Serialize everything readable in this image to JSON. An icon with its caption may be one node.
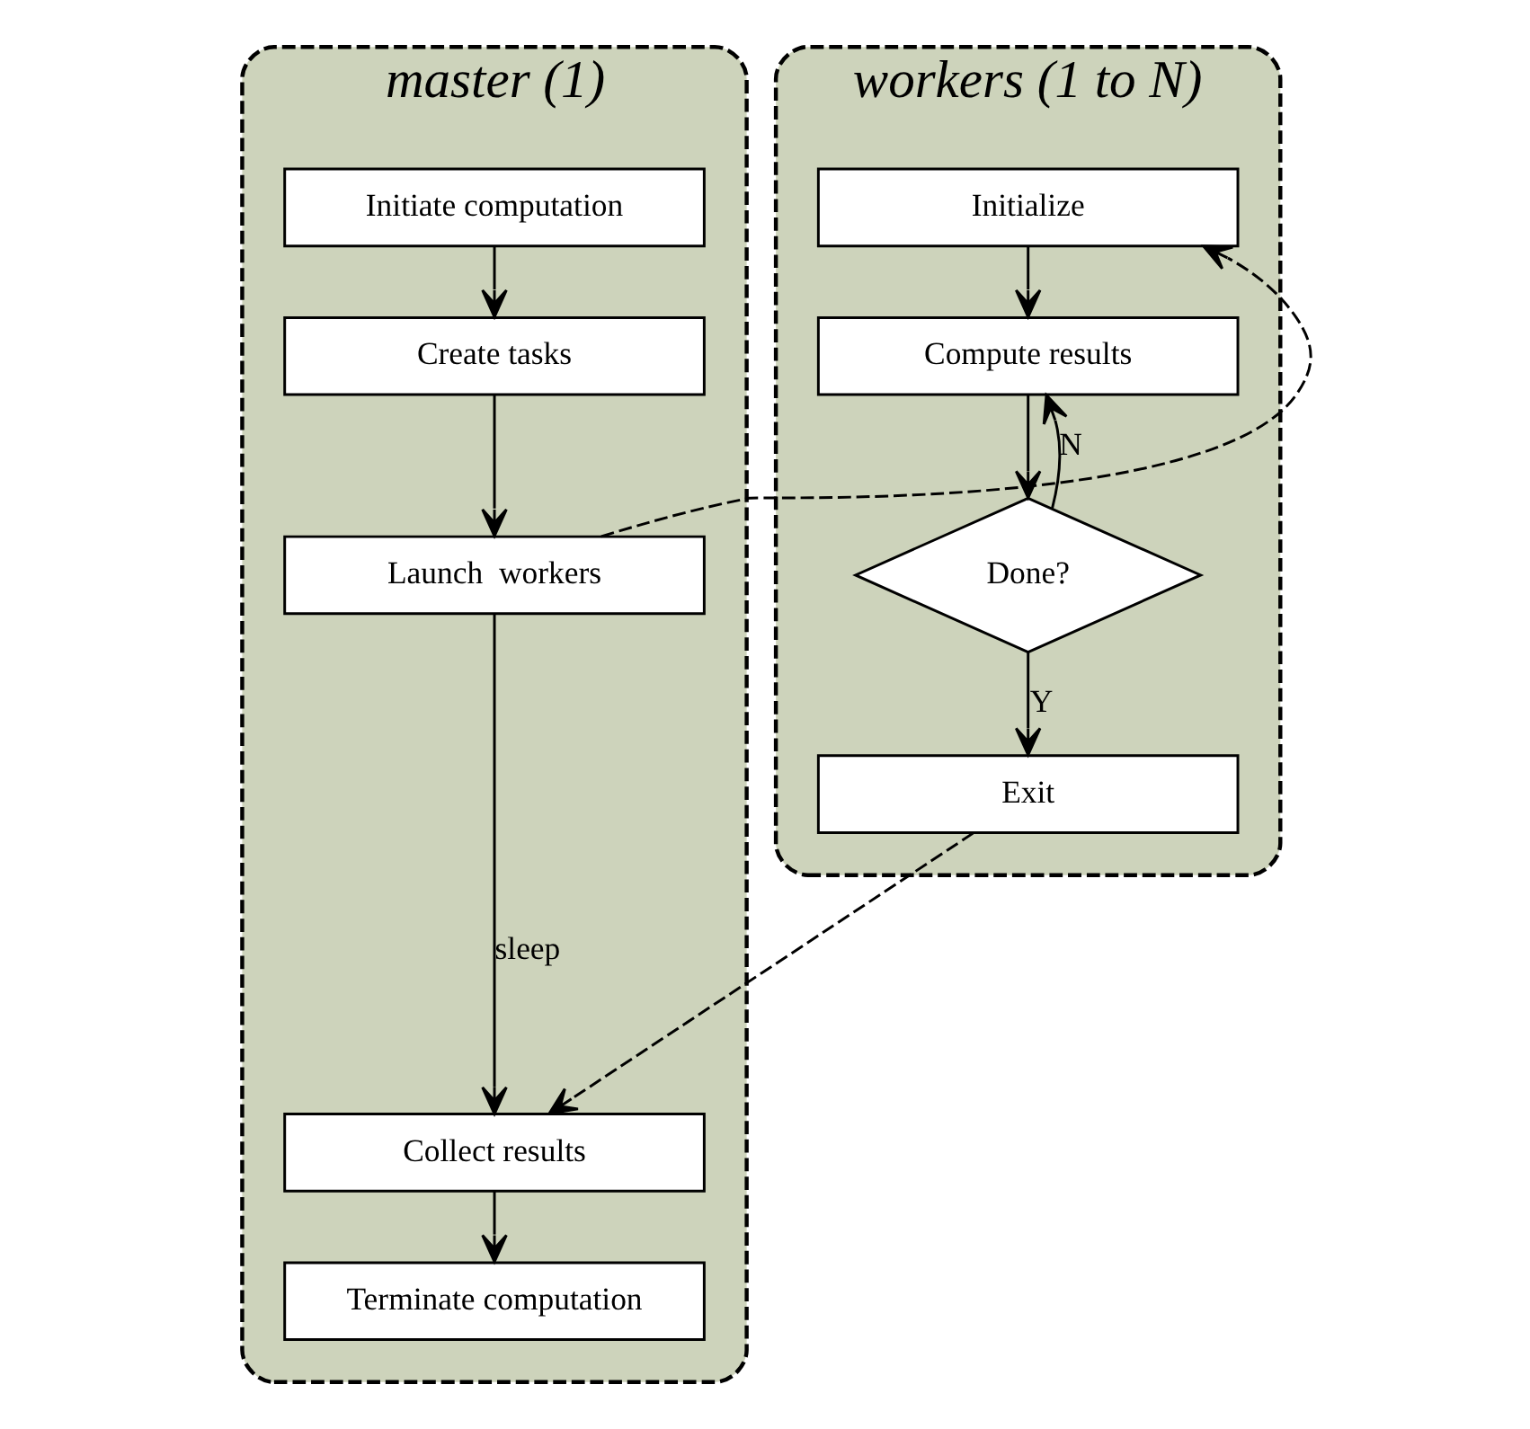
{
  "diagram": {
    "nodes": [
      {
        "text": [
          "master (1)"
        ]
      },
      {
        "text": [
          "Initiate computation"
        ],
        "in": 0
      },
      {
        "text": [
          "Create tasks"
        ],
        "in": 0
      },
      {
        "text": [
          "Launch  workers"
        ],
        "in": 0
      },
      {
        "text": [
          "Collect results"
        ],
        "in": 0
      },
      {
        "text": [
          "Terminate computation"
        ],
        "in": 0
      },
      {
        "text": [
          "workers (1 to N)"
        ]
      },
      {
        "text": [
          "Initialize"
        ],
        "in": 6
      },
      {
        "text": [
          "Compute results"
        ],
        "in": 6
      },
      {
        "text": [
          "Done?"
        ],
        "in": 6
      },
      {
        "text": [
          "Exit"
        ],
        "in": 6
      }
    ],
    "edges": [
      {
        "from": 1,
        "to": 2,
        "arrow": "to"
      },
      {
        "from": 2,
        "to": 3,
        "arrow": "to"
      },
      {
        "from": 3,
        "to": 4,
        "arrow": "to",
        "label": "sleep"
      },
      {
        "from": 4,
        "to": 5,
        "arrow": "to"
      },
      {
        "from": 3,
        "to": 7,
        "arrow": "to",
        "style": "dashed"
      },
      {
        "from": 7,
        "to": 8,
        "arrow": "to"
      },
      {
        "from": 8,
        "to": 9,
        "arrow": "to"
      },
      {
        "from": 9,
        "to": 8,
        "arrow": "to",
        "label": "N"
      },
      {
        "from": 9,
        "to": 10,
        "arrow": "to",
        "label": "Y"
      },
      {
        "from": 10,
        "to": 4,
        "arrow": "to",
        "style": "dashed"
      }
    ]
  }
}
